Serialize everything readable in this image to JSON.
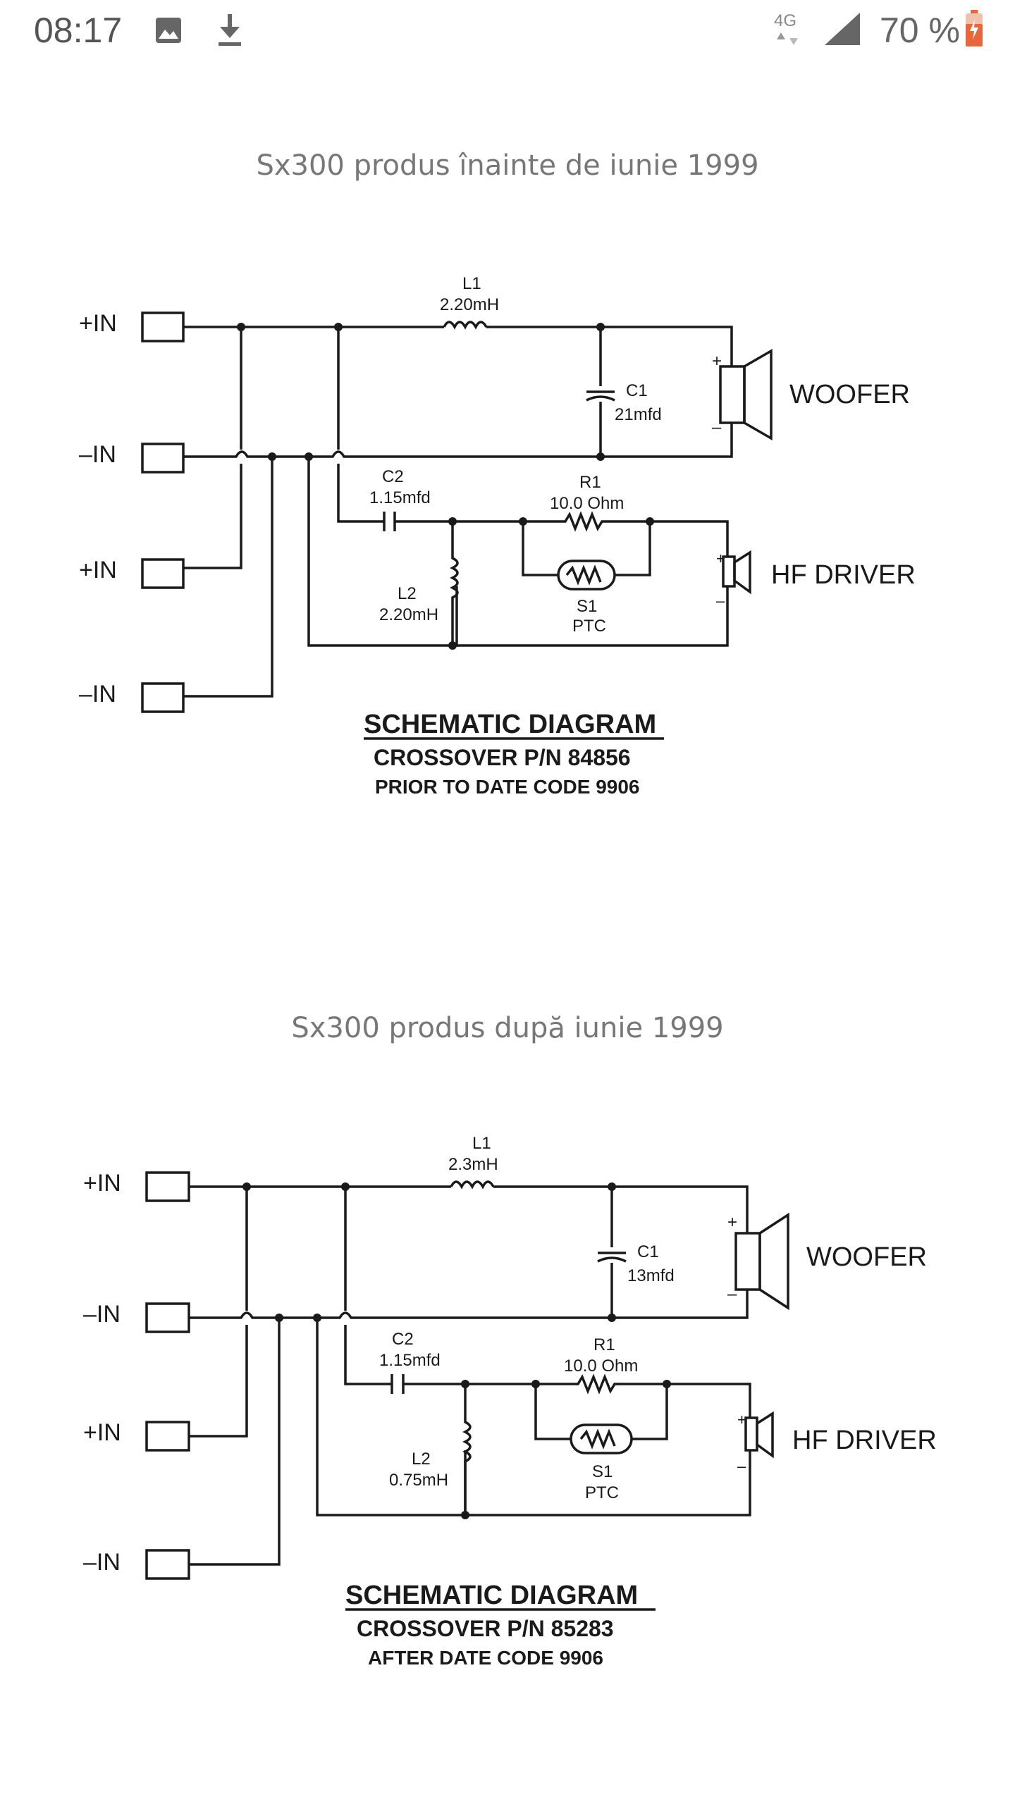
{
  "status_bar": {
    "time": "08:17",
    "network": "4G",
    "battery": "70 %",
    "icons": [
      "image-icon",
      "download-icon",
      "network-4g-icon",
      "signal-icon",
      "battery-charging-icon"
    ],
    "battery_color": "#e8663c"
  },
  "diagram1": {
    "title": "Sx300 produs înainte de iunie 1999",
    "inputs": [
      "+IN",
      "–IN",
      "+IN",
      "–IN"
    ],
    "L1_name": "L1",
    "L1_value": "2.20mH",
    "C1_name": "C1",
    "C1_value": "21mfd",
    "C2_name": "C2",
    "C2_value": "1.15mfd",
    "R1_name": "R1",
    "R1_value": "10.0  Ohm",
    "L2_name": "L2",
    "L2_value": "2.20mH",
    "S1_name": "S1",
    "S1_value": "PTC",
    "woofer": "WOOFER",
    "hf": "HF  DRIVER",
    "plus": "+",
    "minus": "–",
    "caption1": "SCHEMATIC  DIAGRAM",
    "caption2": "CROSSOVER  P/N  84856",
    "caption3": "PRIOR  TO  DATE  CODE  9906"
  },
  "diagram2": {
    "title": "Sx300 produs după iunie 1999",
    "inputs": [
      "+IN",
      "–IN",
      "+IN",
      "–IN"
    ],
    "L1_name": "L1",
    "L1_value": "2.3mH",
    "C1_name": "C1",
    "C1_value": "13mfd",
    "C2_name": "C2",
    "C2_value": "1.15mfd",
    "R1_name": "R1",
    "R1_value": "10.0  Ohm",
    "L2_name": "L2",
    "L2_value": "0.75mH",
    "S1_name": "S1",
    "S1_value": "PTC",
    "woofer": "WOOFER",
    "hf": "HF  DRIVER",
    "plus": "+",
    "minus": "–",
    "caption1": "SCHEMATIC  DIAGRAM",
    "caption2": "CROSSOVER  P/N  85283",
    "caption3": "AFTER  DATE  CODE  9906"
  }
}
